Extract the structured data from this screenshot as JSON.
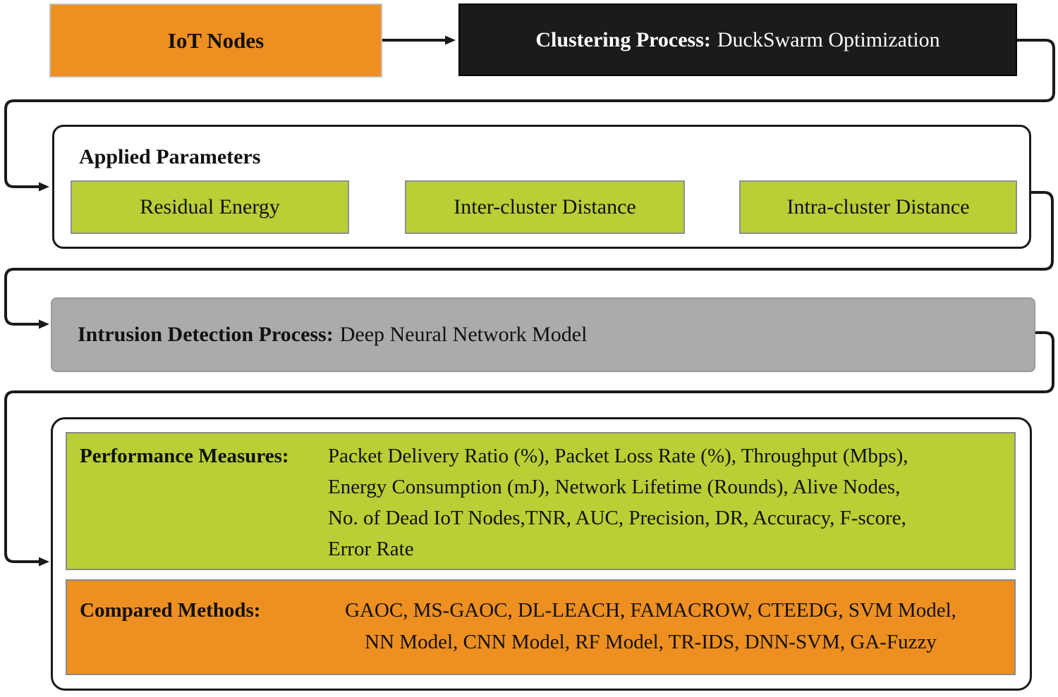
{
  "diagram": {
    "iot_nodes": {
      "label": "IoT Nodes"
    },
    "clustering": {
      "label_bold": "Clustering Process:",
      "label_rest": "DuckSwarm Optimization"
    },
    "applied_parameters": {
      "title": "Applied Parameters",
      "items": [
        "Residual Energy",
        "Inter-cluster Distance",
        "Intra-cluster Distance"
      ]
    },
    "intrusion_detection": {
      "label_bold": "Intrusion Detection Process:",
      "label_rest": "Deep Neural Network Model"
    },
    "results": {
      "performance_measures": {
        "label": "Performance Measures:",
        "lines": [
          "Packet Delivery Ratio (%), Packet Loss Rate (%), Throughput (Mbps),",
          "Energy Consumption (mJ), Network Lifetime (Rounds), Alive Nodes,",
          "No. of Dead IoT Nodes,TNR, AUC, Precision, DR, Accuracy, F-score,",
          "Error Rate"
        ]
      },
      "compared_methods": {
        "label": "Compared Methods:",
        "lines": [
          "GAOC, MS-GAOC, DL-LEACH, FAMACROW, CTEEDG, SVM Model,",
          "NN Model, CNN Model, RF Model, TR-IDS, DNN-SVM, GA-Fuzzy"
        ]
      }
    },
    "colors": {
      "orange": "#EE8F22",
      "green": "#B9CF35",
      "gray_box": "#ADAAAA",
      "black_box": "#1C1A1A",
      "line": "#1A1A1A"
    }
  }
}
